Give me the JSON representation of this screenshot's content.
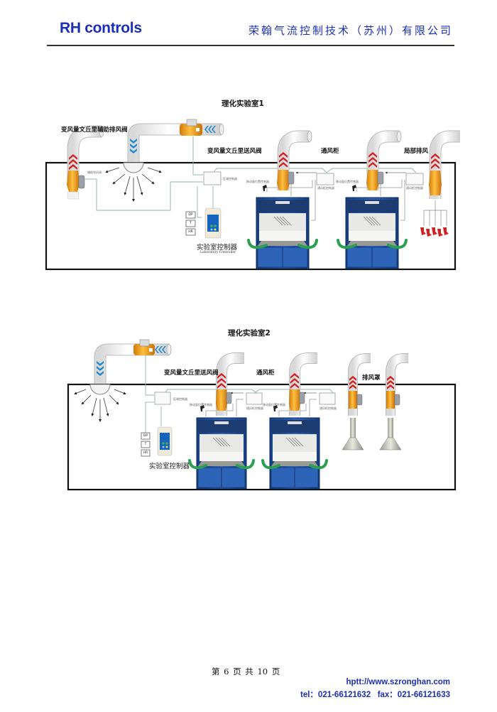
{
  "header": {
    "brand": "RH controls",
    "company": "荣翰气流控制技术（苏州）有限公司"
  },
  "diagrams": [
    {
      "title": "理化实验室1",
      "labels": {
        "aux_exhaust_valve": "变风量文丘里辅助排风阀",
        "supply_valve": "变风量文丘里送风阀",
        "fume_hood": "通风柜",
        "local_exhaust": "局部排风",
        "lab_controller": "实验室控制器",
        "lab_controller_en": "Laboratory Controller",
        "aux_tag": "辅助排风阀",
        "zone_controller": "区域控制器",
        "sash_sensor": "移动窗位置传感器",
        "hood_controller": "通风柜控制器"
      },
      "sensors": [
        "DP",
        "T",
        "HR"
      ]
    },
    {
      "title": "理化实验室2",
      "labels": {
        "supply_valve": "变风量文丘里送风阀",
        "fume_hood": "通风柜",
        "exhaust_hood": "排风罩",
        "lab_controller": "实验室控制器",
        "zone_controller": "区域控制器",
        "sash_sensor": "移动窗位置传感器",
        "hood_controller": "通风柜控制器"
      },
      "sensors": [
        "DP",
        "T",
        "HR"
      ]
    }
  ],
  "footer": {
    "page": "第 6 页 共 10 页",
    "url": "hptt://www.szronghan.com",
    "contact": "tel：021-66121632   fax：021-66121633"
  },
  "colors": {
    "brand_blue": "#1a2fb8",
    "valve_orange": "#f0a020",
    "hood_blue": "#1f4f9a",
    "air_green": "#2aa050",
    "exhaust_red": "#d42020",
    "supply_blue": "#1e88d0",
    "wire": "#8fb8b0"
  }
}
